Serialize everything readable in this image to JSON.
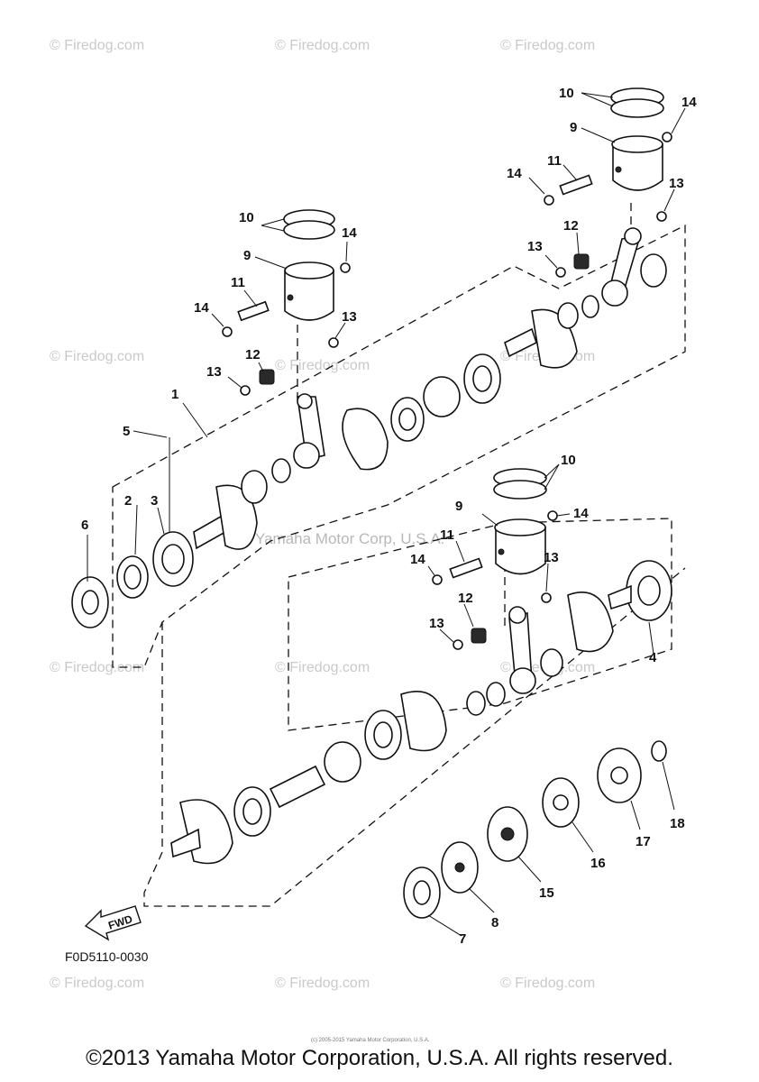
{
  "document": {
    "diagram_code": "F0D5110-0030",
    "fwd_label": "FWD",
    "copyright": "©2013 Yamaha Motor Corporation, U.S.A. All rights reserved.",
    "fine_print": "(c) 2005-2015 Yamaha Motor Corporation, U.S.A.",
    "watermark_text": "© Firedog.com",
    "watermark_center": "Yamaha Motor Corp, U.S.A."
  },
  "callouts": {
    "c1": "1",
    "c2": "2",
    "c3": "3",
    "c4": "4",
    "c5": "5",
    "c6": "6",
    "c7": "7",
    "c8": "8",
    "c9": "9",
    "c10": "10",
    "c11": "11",
    "c12": "12",
    "c13": "13",
    "c14": "14",
    "c15": "15",
    "c16": "16",
    "c17": "17",
    "c18": "18"
  },
  "icons": {
    "fwd": "fwd-arrow-icon"
  }
}
